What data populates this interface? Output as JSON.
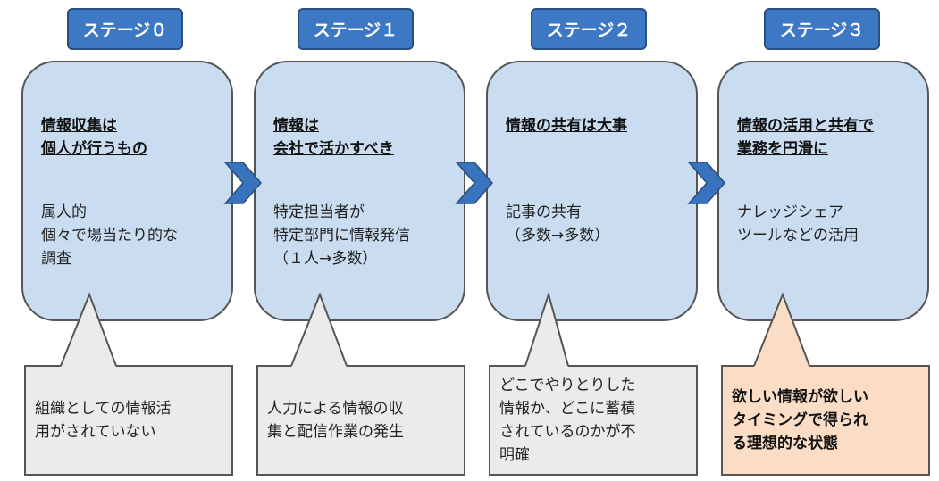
{
  "stages": [
    {
      "label": "ステージ０",
      "heading": "情報収集は\n個人が行うもの",
      "body": "属人的\n個々で場当たり的な\n調査",
      "callout": "組織としての情報活\n用がされていない"
    },
    {
      "label": "ステージ１",
      "heading": "情報は\n会社で活かすべき",
      "body": "特定担当者が\n特定部門に情報発信\n（１人→多数）",
      "callout": "人力による情報の収\n集と配信作業の発生"
    },
    {
      "label": "ステージ２",
      "heading": "情報の共有は大事",
      "body": "記事の共有\n（多数→多数）",
      "callout": "どこでやりとりした\n情報か、どこに蓄積\nされているのかが不\n明確"
    },
    {
      "label": "ステージ３",
      "heading": "情報の活用と共有で\n業務を円滑に",
      "body": "ナレッジシェア\nツールなどの活用",
      "callout": "欲しい情報が欲しい\nタイミングで得られ\nる理想的な状態"
    }
  ],
  "colors": {
    "label_fill": "#3d78c4",
    "box_fill": "#c9dcf0",
    "arrow_fill": "#3a73bd",
    "callout_fill": "#ebebeb",
    "callout_highlight_fill": "#fbdcc4"
  }
}
